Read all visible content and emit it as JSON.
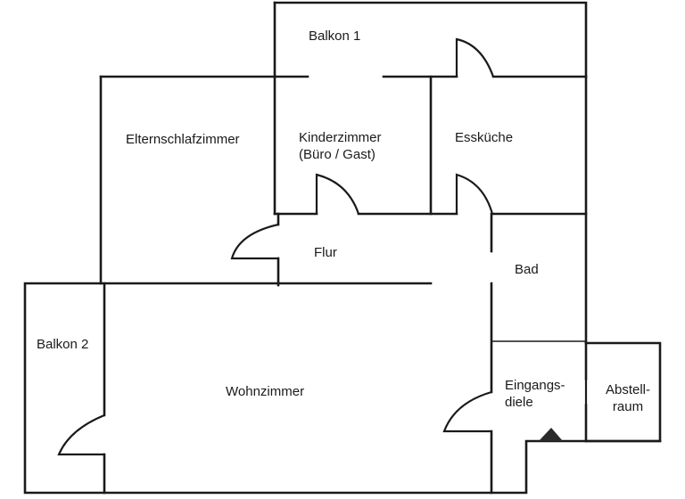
{
  "rooms": {
    "balkon1": "Balkon 1",
    "eltern": "Elternschlafzimmer",
    "kinder_line1": "Kinderzimmer",
    "kinder_line2": "(Büro / Gast)",
    "esskueche": "Essküche",
    "flur": "Flur",
    "bad": "Bad",
    "balkon2": "Balkon 2",
    "wohnzimmer": "Wohnzimmer",
    "eingang_line1": "Eingangs-",
    "eingang_line2": "diele",
    "abstell_line1": "Abstell-",
    "abstell_line2": "raum"
  }
}
